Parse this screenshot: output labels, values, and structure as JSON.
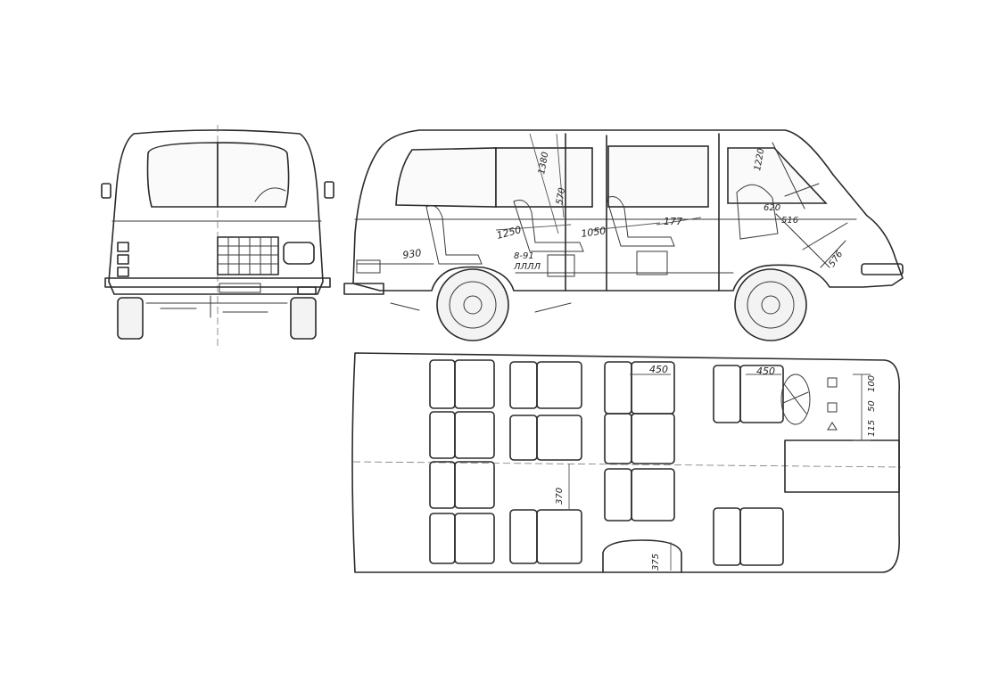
{
  "diagram": {
    "views": [
      "rear-front-view",
      "side-view",
      "top-floor-plan"
    ],
    "side_view_labels": {
      "d_930": "930",
      "d_1250": "1250",
      "d_1380": "1380",
      "d_1050": "1050",
      "d_177": "177",
      "d_1220": "1220",
      "d_570": "570",
      "d_620": "620",
      "d_516": "516",
      "d_576": "576",
      "note_line1": "8-91",
      "note_line2": "ЛЛЛЛ"
    },
    "plan_labels": {
      "seat_width_1": "450",
      "seat_width_2": "450",
      "aisle_width": "370",
      "rear_gap": "375",
      "d_115": "115",
      "d_50": "50",
      "d_100": "100"
    }
  }
}
